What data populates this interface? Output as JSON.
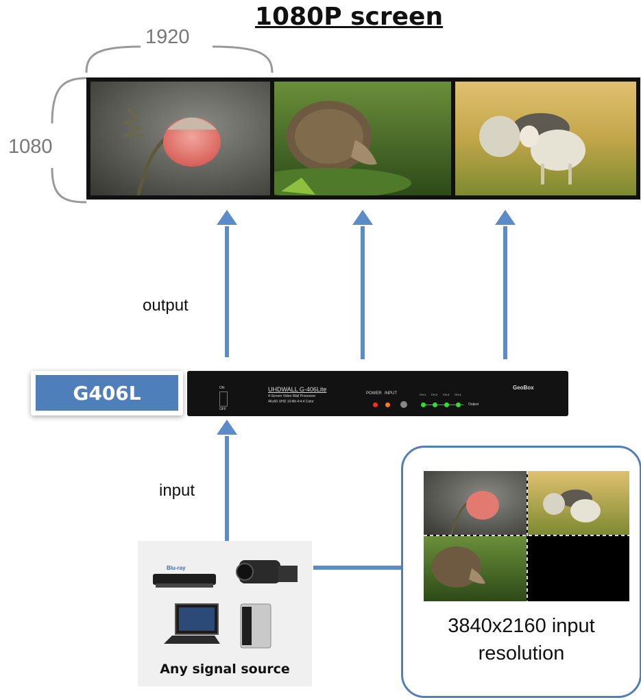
{
  "title": "1080P screen",
  "dims": {
    "width": "1920",
    "height": "1080"
  },
  "labels": {
    "output": "output",
    "input": "input"
  },
  "model_label": "G406L",
  "device": {
    "switch_on": "ON",
    "switch_off": "OFF",
    "name": "UHDWALL G-406Lite",
    "desc1": "4-Screen Video Wall Processor",
    "desc2": "4Kx60 UHD 10-Bit 4:4:4 Color",
    "power": "POWER",
    "input": "INPUT",
    "ch1": "CH-1",
    "ch2": "CH-2",
    "ch3": "CH-3",
    "ch4": "CH-4",
    "output": "Output",
    "brand": "GeoBox"
  },
  "source_label": "Any signal source",
  "input_caption_1": "3840x2160 input",
  "input_caption_2": "resolution",
  "colors": {
    "accent": "#4f7fba",
    "arrow": "#5b8cc7",
    "screen_border": "#111111"
  }
}
